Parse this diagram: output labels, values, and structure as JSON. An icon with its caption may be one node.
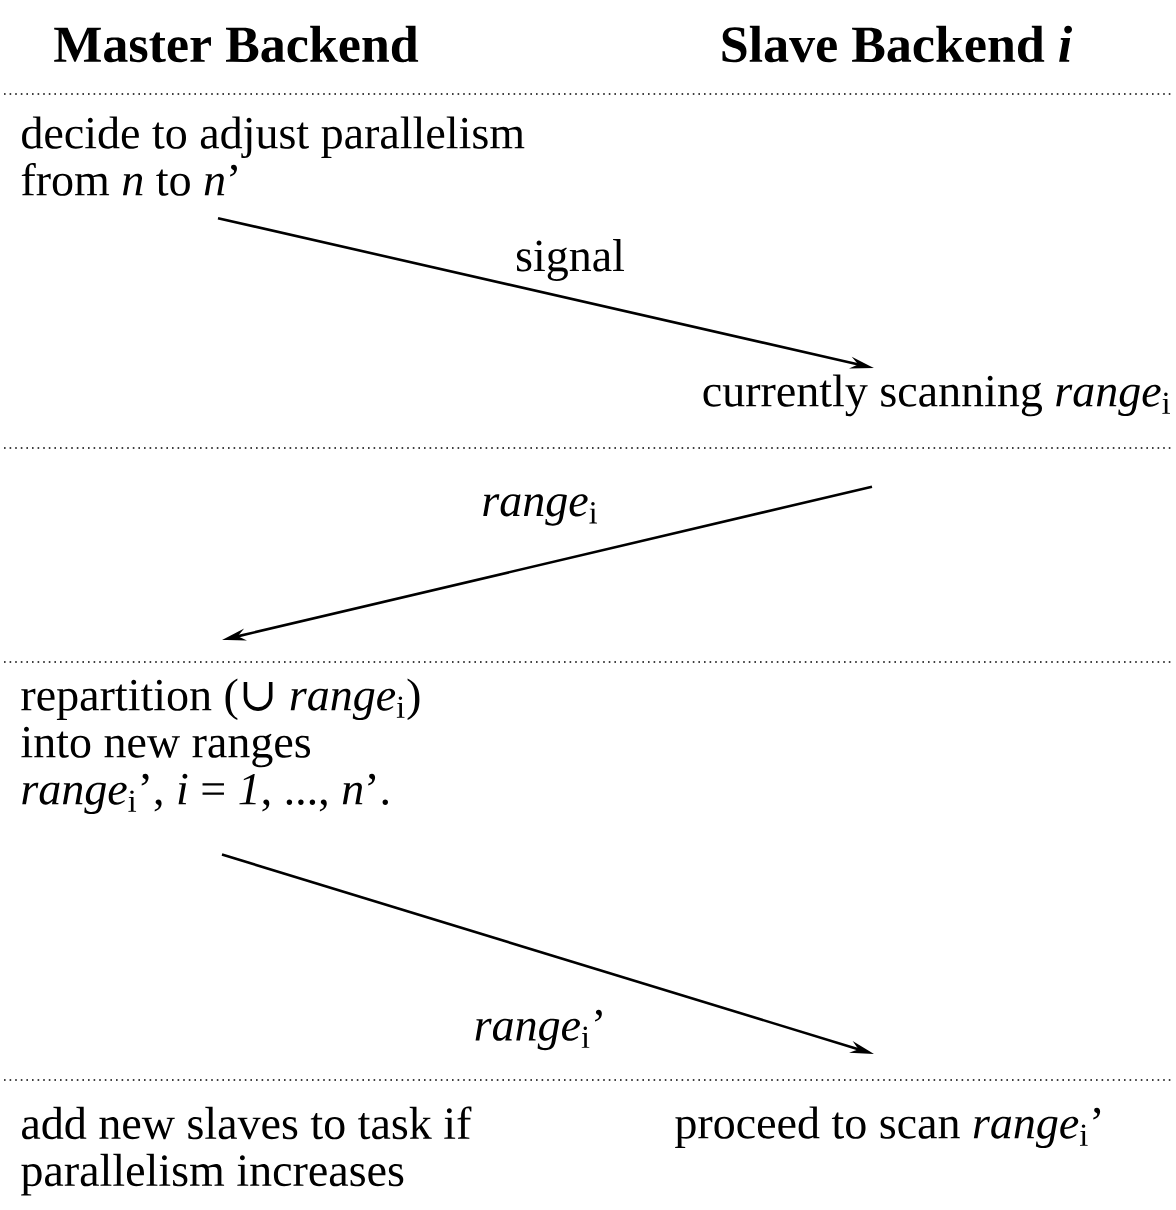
{
  "diagram": {
    "nodes": [
      {
        "text": [
          "decide to adjust parallelism from *n* to *n*’"
        ]
      },
      {
        "text": [
          "currently scanning *range*$_{i}$"
        ]
      },
      {
        "text": [
          "repartition (∪ *range*$_{i}$) into new ranges *range*$_{i}$’, *i* = *1*, ..., *n*’."
        ]
      },
      {
        "text": [
          "add new slaves to task if parallelism increases"
        ]
      },
      {
        "text": [
          "proceed to scan *range*$_{i}$’"
        ]
      }
    ],
    "edges": [
      {
        "from": 0,
        "to": 1,
        "arrow": "to",
        "label": "signal"
      },
      {
        "from": 1,
        "to": 2,
        "arrow": "to",
        "label": "*range*$_{i}$"
      },
      {
        "from": 2,
        "to": 4,
        "arrow": "to",
        "label": "*range*$_{i}$’"
      }
    ],
    "labels": [
      "Master Backend",
      "Slave Backend *i*"
    ]
  }
}
